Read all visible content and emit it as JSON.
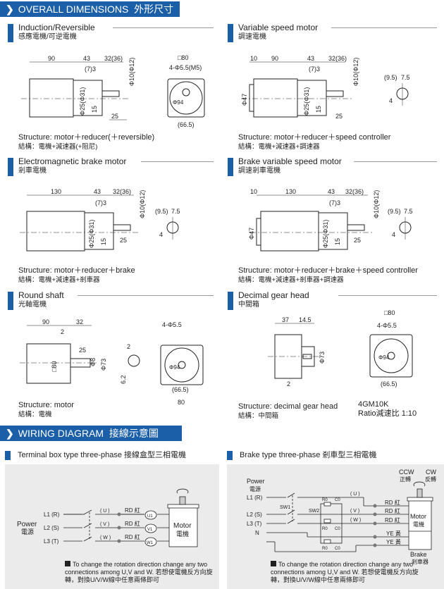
{
  "dimensions_header": {
    "label": "OVERALL DIMENSIONS",
    "label_zh": "外形尺寸"
  },
  "panels": [
    {
      "title": "Induction/Reversible",
      "title_zh": "感應電機/可逆電機",
      "structure": "Structure: motor＋reducer(＋reversible)",
      "structure_zh": "結構：電機+減速器(+阻尼)",
      "dims": {
        "a": "90",
        "b": "43",
        "c": "32(36)",
        "d": "(7)3",
        "e": "Φ10(Φ12)",
        "f": "Φ25(Φ31)",
        "g": "15",
        "h": "25",
        "sq": "□80",
        "holes": "4-Φ5.5(M5)",
        "pcd": "Φ94",
        "w": "(66.5)"
      }
    },
    {
      "title": "Variable speed motor",
      "title_zh": "調速電機",
      "structure": "Structure: motor＋reducer＋speed controller",
      "structure_zh": "結構：電機+減速器+調速器",
      "dims": {
        "z": "10",
        "a": "90",
        "b": "43",
        "c": "32(36)",
        "d": "(7)3",
        "e": "Φ10(Φ12)",
        "f": "Φ25(Φ31)",
        "g": "15",
        "h": "25",
        "dia": "Φ47",
        "k1": "(9.5)",
        "k2": "7.5",
        "k3": "4"
      }
    },
    {
      "title": "Electromagnetic brake motor",
      "title_zh": "剎車電機",
      "structure": "Structure: motor＋reducer＋brake",
      "structure_zh": "結構：電機+減速器+剎車器",
      "dims": {
        "a": "130",
        "b": "43",
        "c": "32(36)",
        "d": "(7)3",
        "e": "Φ10(Φ12)",
        "f": "Φ25(Φ31)",
        "g": "15",
        "h": "25",
        "k1": "(9.5)",
        "k2": "7.5",
        "k3": "4"
      }
    },
    {
      "title": "Brake variable speed motor",
      "title_zh": "調速剎車電機",
      "structure": "Structure: motor＋reducer＋brake＋speed controller",
      "structure_zh": "結構：電機+減速器+剎車器+調速器",
      "dims": {
        "z": "10",
        "a": "130",
        "b": "43",
        "c": "32(36)",
        "d": "(7)3",
        "e": "Φ10(Φ12)",
        "f": "Φ25(Φ31)",
        "g": "15",
        "h": "25",
        "dia": "Φ47",
        "k1": "(9.5)",
        "k2": "7.5",
        "k3": "4"
      }
    },
    {
      "title": "Round shaft",
      "title_zh": "光軸電機",
      "structure": "Structure: motor",
      "structure_zh": "結構：電機",
      "dims": {
        "a": "90",
        "c": "32",
        "d": "2",
        "h": "25",
        "sq": "□80",
        "s": "Φ8",
        "t": "Φ73",
        "k1": "2",
        "k2": "6.2",
        "holes": "4-Φ5.5",
        "pcd": "Φ94",
        "w": "(66.5)",
        "w2": "80"
      }
    },
    {
      "title": "Decimal gear head",
      "title_zh": "中間箱",
      "structure": "Structure: decimal gear head",
      "structure_zh": "結構：中間箱",
      "dims": {
        "a": "37",
        "b": "14.5",
        "t": "Φ73",
        "d": "2",
        "sq": "□80",
        "holes": "4-Φ5.5",
        "pcd": "Φ94",
        "w": "(66.5)"
      },
      "model": "4GM10K",
      "ratio": "Ratio減速比  1:10"
    }
  ],
  "wiring_header": {
    "label": "WIRING DIAGRAM",
    "label_zh": "接線示意圖"
  },
  "wiring_left": {
    "title": "Terminal box type three-phase 接線盒型三相電機",
    "power": "Power",
    "power_zh": "電源",
    "lines": [
      "L1 (R)",
      "L2 (S)",
      "L3 (T)"
    ],
    "phases": [
      "( U )",
      "( V )",
      "( W )"
    ],
    "wire": "RD 紅",
    "terminals": [
      "U1",
      "V1",
      "W1"
    ],
    "motor": "Motor",
    "motor_zh": "電機",
    "note": "To change the rotation direction change any two connections among U,V and W. 若想使電機反方向旋轉，對換U/V/W線中任意兩條即可"
  },
  "wiring_right": {
    "title": "Brake type three-phase 剎車型三相電機",
    "power": "Power",
    "power_zh": "電源",
    "lines": [
      "L1 (R)",
      "L2 (S)",
      "L3 (T)",
      "N"
    ],
    "sw1": "SW1",
    "sw2": "SW2",
    "phases": [
      "( U )",
      "( V )",
      "( W )"
    ],
    "r0": "R0",
    "c0": "C0",
    "wires": [
      "RD 紅",
      "RD 紅",
      "RD 紅",
      "YE 黃",
      "YE 黃"
    ],
    "ccw": "CCW",
    "ccw_zh": "正轉",
    "cw": "CW",
    "cw_zh": "反轉",
    "motor": "Motor",
    "motor_zh": "電機",
    "brake": "Brake",
    "brake_zh": "剎車器",
    "note": "To change the rotation direction change any two connections among U,V and W. 若想使電機反方向旋轉，對換U/V/W線中任意兩條即可"
  },
  "colors": {
    "accent": "#1a5fa8",
    "panel_bg": "#ebebeb"
  }
}
